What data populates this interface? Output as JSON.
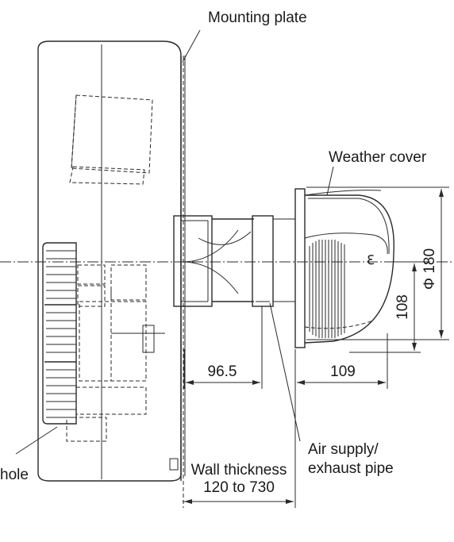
{
  "labels": {
    "mounting_plate": "Mounting plate",
    "weather_cover": "Weather cover",
    "air_pipe_line1": "Air supply/",
    "air_pipe_line2": "exhaust pipe",
    "wall_thickness_line1": "Wall thickness",
    "wall_thickness_line2": "120 to 730",
    "hole_fragment": "hole"
  },
  "dimensions": {
    "inner_length": "96.5",
    "cover_depth": "109",
    "pipe_center_height": "108",
    "cover_diameter": "Φ 180"
  },
  "symbols": {
    "centerline_mark": "ℇ"
  }
}
